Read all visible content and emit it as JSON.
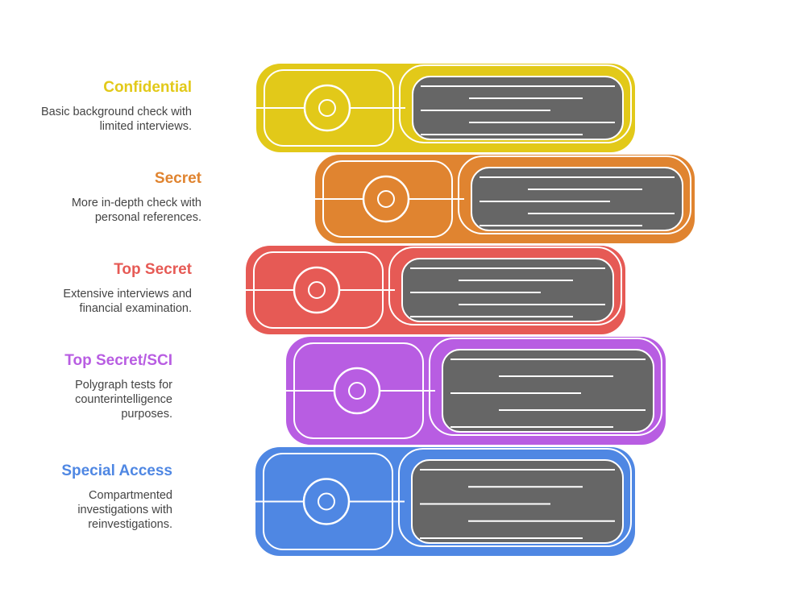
{
  "levels": [
    {
      "title": "Confidential",
      "description": "Basic background check with limited interviews.",
      "color": "#E2C919",
      "icon": "padlock-icon"
    },
    {
      "title": "Secret",
      "description": "More in-depth check with personal references.",
      "color": "#E08430",
      "icon": "magnifier-icon"
    },
    {
      "title": "Top Secret",
      "description": "Extensive interviews and financial examination.",
      "color": "#E65A55",
      "icon": "safe-icon"
    },
    {
      "title": "Top Secret/SCI",
      "description": "Polygraph tests for counterintelligence purposes.",
      "color": "#B85DE2",
      "icon": "id-badge-icon"
    },
    {
      "title": "Special Access",
      "description": "Compartmented investigations with reinvestigations.",
      "color": "#4F87E3",
      "icon": "shield-person-icon"
    }
  ],
  "page_color": "#666666"
}
